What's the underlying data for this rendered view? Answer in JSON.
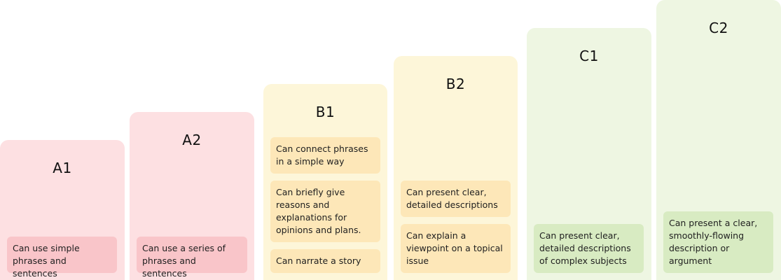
{
  "levels": [
    {
      "name": "A1",
      "color": "#fde0e2",
      "items": [
        "Can use simple phrases and sentences"
      ]
    },
    {
      "name": "A2",
      "color": "#fde0e2",
      "items": [
        "Can use a series of phrases and sentences"
      ]
    },
    {
      "name": "B1",
      "color": "#fdf6d9",
      "items": [
        "Can connect phrases in a simple way",
        "Can briefly give reasons and explanations for opinions and plans.",
        "Can narrate a story"
      ]
    },
    {
      "name": "B2",
      "color": "#fdf6d9",
      "items": [
        "Can present clear, detailed descriptions",
        "Can explain a viewpoint on a topical issue"
      ]
    },
    {
      "name": "C1",
      "color": "#eef6e2",
      "items": [
        "Can present clear, detailed descriptions of complex subjects"
      ]
    },
    {
      "name": "C2",
      "color": "#eef6e2",
      "items": [
        "Can present a clear, smoothly-flowing description or argument"
      ]
    }
  ]
}
